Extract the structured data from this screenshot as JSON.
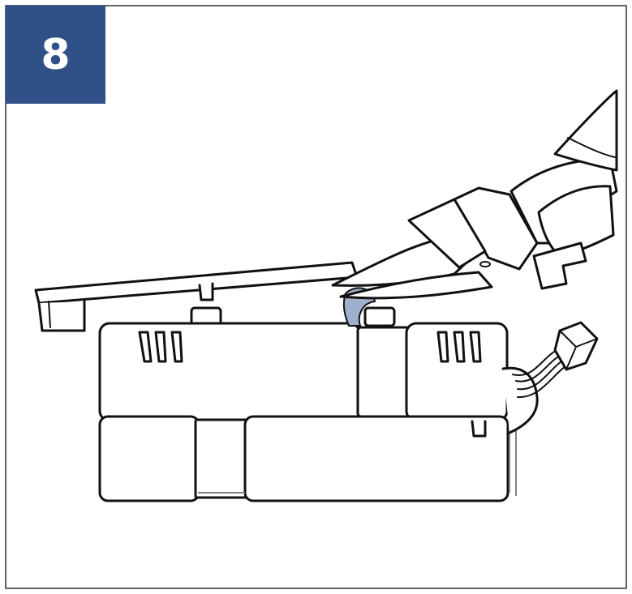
{
  "step": {
    "number": "8"
  },
  "colors": {
    "badge_background": "#2f5187",
    "badge_text": "#ffffff",
    "frame_border": "#636466",
    "outline": "#111111",
    "tape": "#9eb0cb"
  },
  "illustration": {
    "subject": "battery-pack",
    "tool": "needle-nose-pliers",
    "action": "peeling-adhesive-tape"
  }
}
